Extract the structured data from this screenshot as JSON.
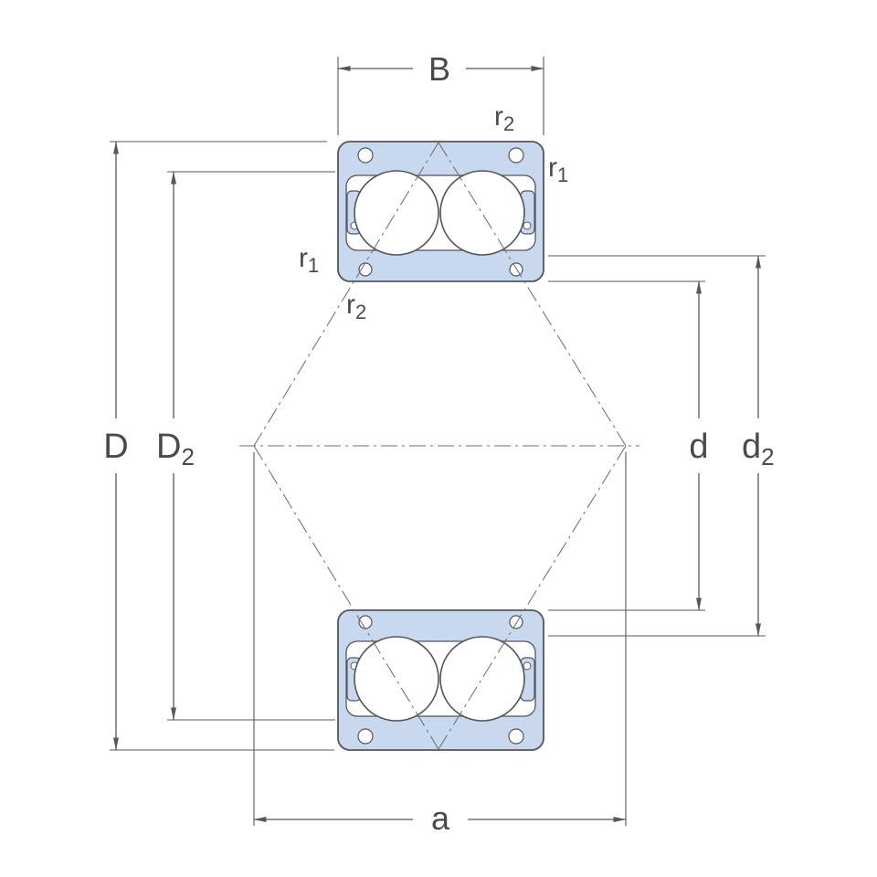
{
  "diagram": {
    "type": "double-row-angular-contact-ball-bearing-cross-section",
    "labels": {
      "B": {
        "main": "B",
        "sub": ""
      },
      "r2_upper": {
        "main": "r",
        "sub": "2"
      },
      "r1_upper": {
        "main": "r",
        "sub": "1"
      },
      "r1_lower": {
        "main": "r",
        "sub": "1"
      },
      "r2_lower": {
        "main": "r",
        "sub": "2"
      },
      "D": {
        "main": "D",
        "sub": ""
      },
      "D2": {
        "main": "D",
        "sub": "2"
      },
      "d": {
        "main": "d",
        "sub": ""
      },
      "d2": {
        "main": "d",
        "sub": "2"
      },
      "a": {
        "main": "a",
        "sub": ""
      }
    },
    "colors": {
      "ring_fill": "#c8d8ee",
      "line": "#58585a",
      "text": "#4a4a4c",
      "background": "#ffffff"
    }
  }
}
